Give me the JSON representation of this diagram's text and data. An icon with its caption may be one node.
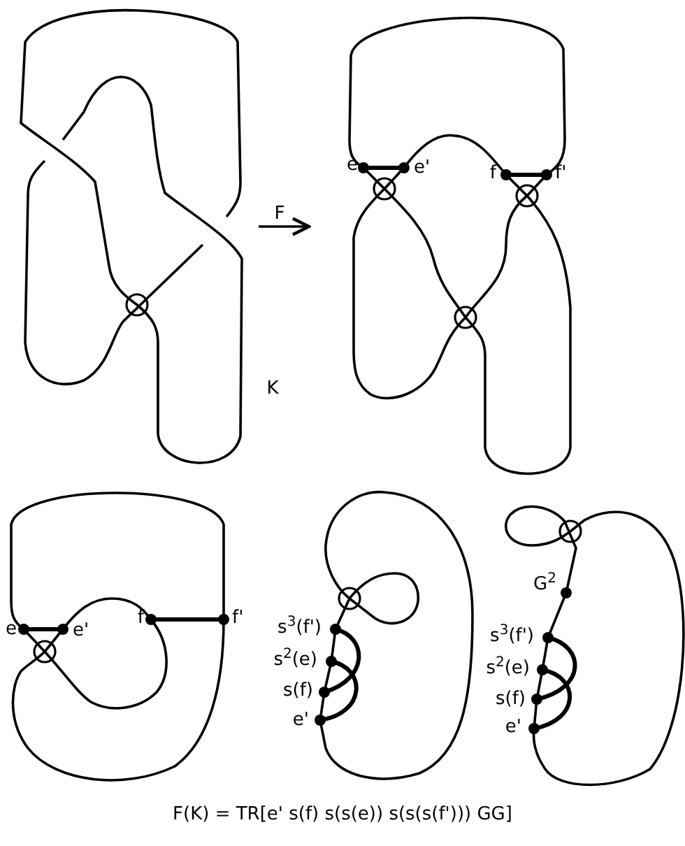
{
  "diagram": {
    "caption": "F(K) = TR[e' s(f) s(s(e)) s(s(s(f'))) GG]",
    "labels": [
      "F",
      "K",
      "e",
      "e'",
      "f",
      "f'",
      "e",
      "e'",
      "f",
      "f'",
      "s$^{3}$(f')",
      "s$^{2}$(e)",
      "s(f)",
      "e'",
      "G$^{2}$",
      "s$^{3}$(f')",
      "s$^{2}$(e)",
      "s(f)",
      "e'"
    ]
  }
}
